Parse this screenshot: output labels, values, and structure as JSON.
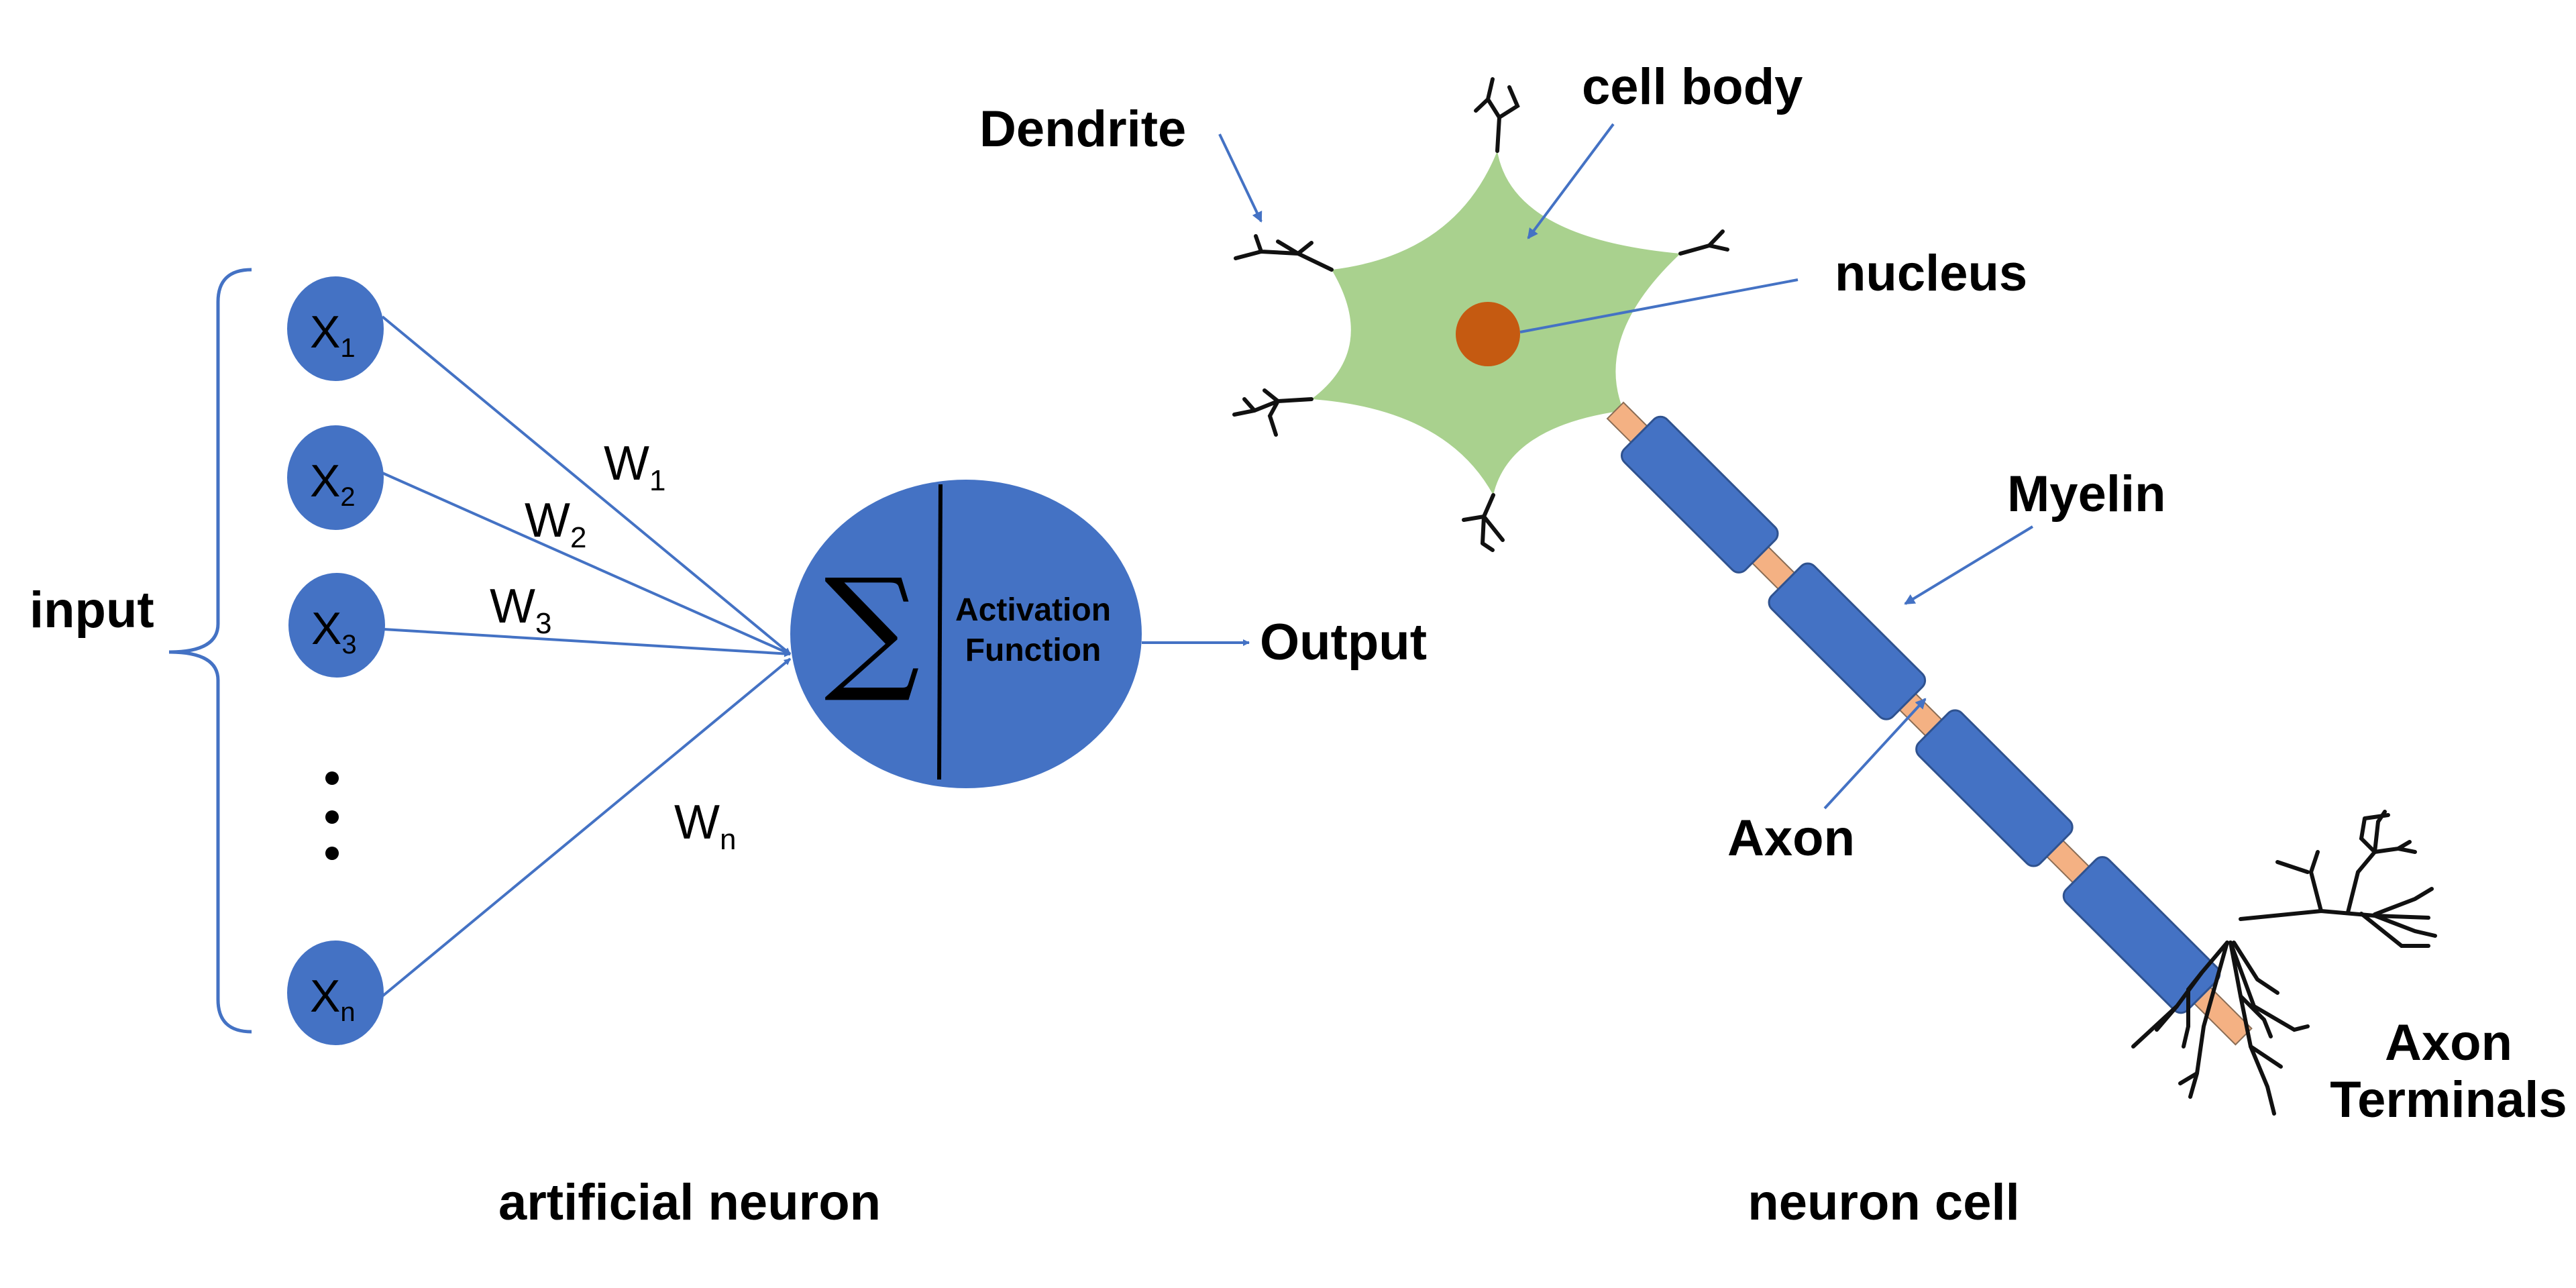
{
  "artificial_neuron": {
    "caption": "artificial neuron",
    "input_label": "input",
    "inputs": [
      {
        "base": "X",
        "sub": "1"
      },
      {
        "base": "X",
        "sub": "2"
      },
      {
        "base": "X",
        "sub": "3"
      },
      {
        "base": "X",
        "sub": "n"
      }
    ],
    "weights": [
      {
        "base": "W",
        "sub": "1"
      },
      {
        "base": "W",
        "sub": "2"
      },
      {
        "base": "W",
        "sub": "3"
      },
      {
        "base": "W",
        "sub": "n"
      }
    ],
    "sum_symbol": "∑",
    "activation_line1": "Activation",
    "activation_line2": "Function",
    "output_label": "Output"
  },
  "neuron_cell": {
    "caption": "neuron cell",
    "dendrite_label": "Dendrite",
    "cell_body_label": "cell body",
    "nucleus_label": "nucleus",
    "myelin_label": "Myelin",
    "axon_label": "Axon",
    "axon_terminals_line1": "Axon",
    "axon_terminals_line2": "Terminals"
  },
  "colors": {
    "node_blue": "#4472c4",
    "arrow_blue": "#4472c4",
    "cell_green": "#a9d18e",
    "nucleus_orange": "#c55a11",
    "node_of_ranvier": "#f4b183",
    "myelin_blue": "#4472c4"
  }
}
